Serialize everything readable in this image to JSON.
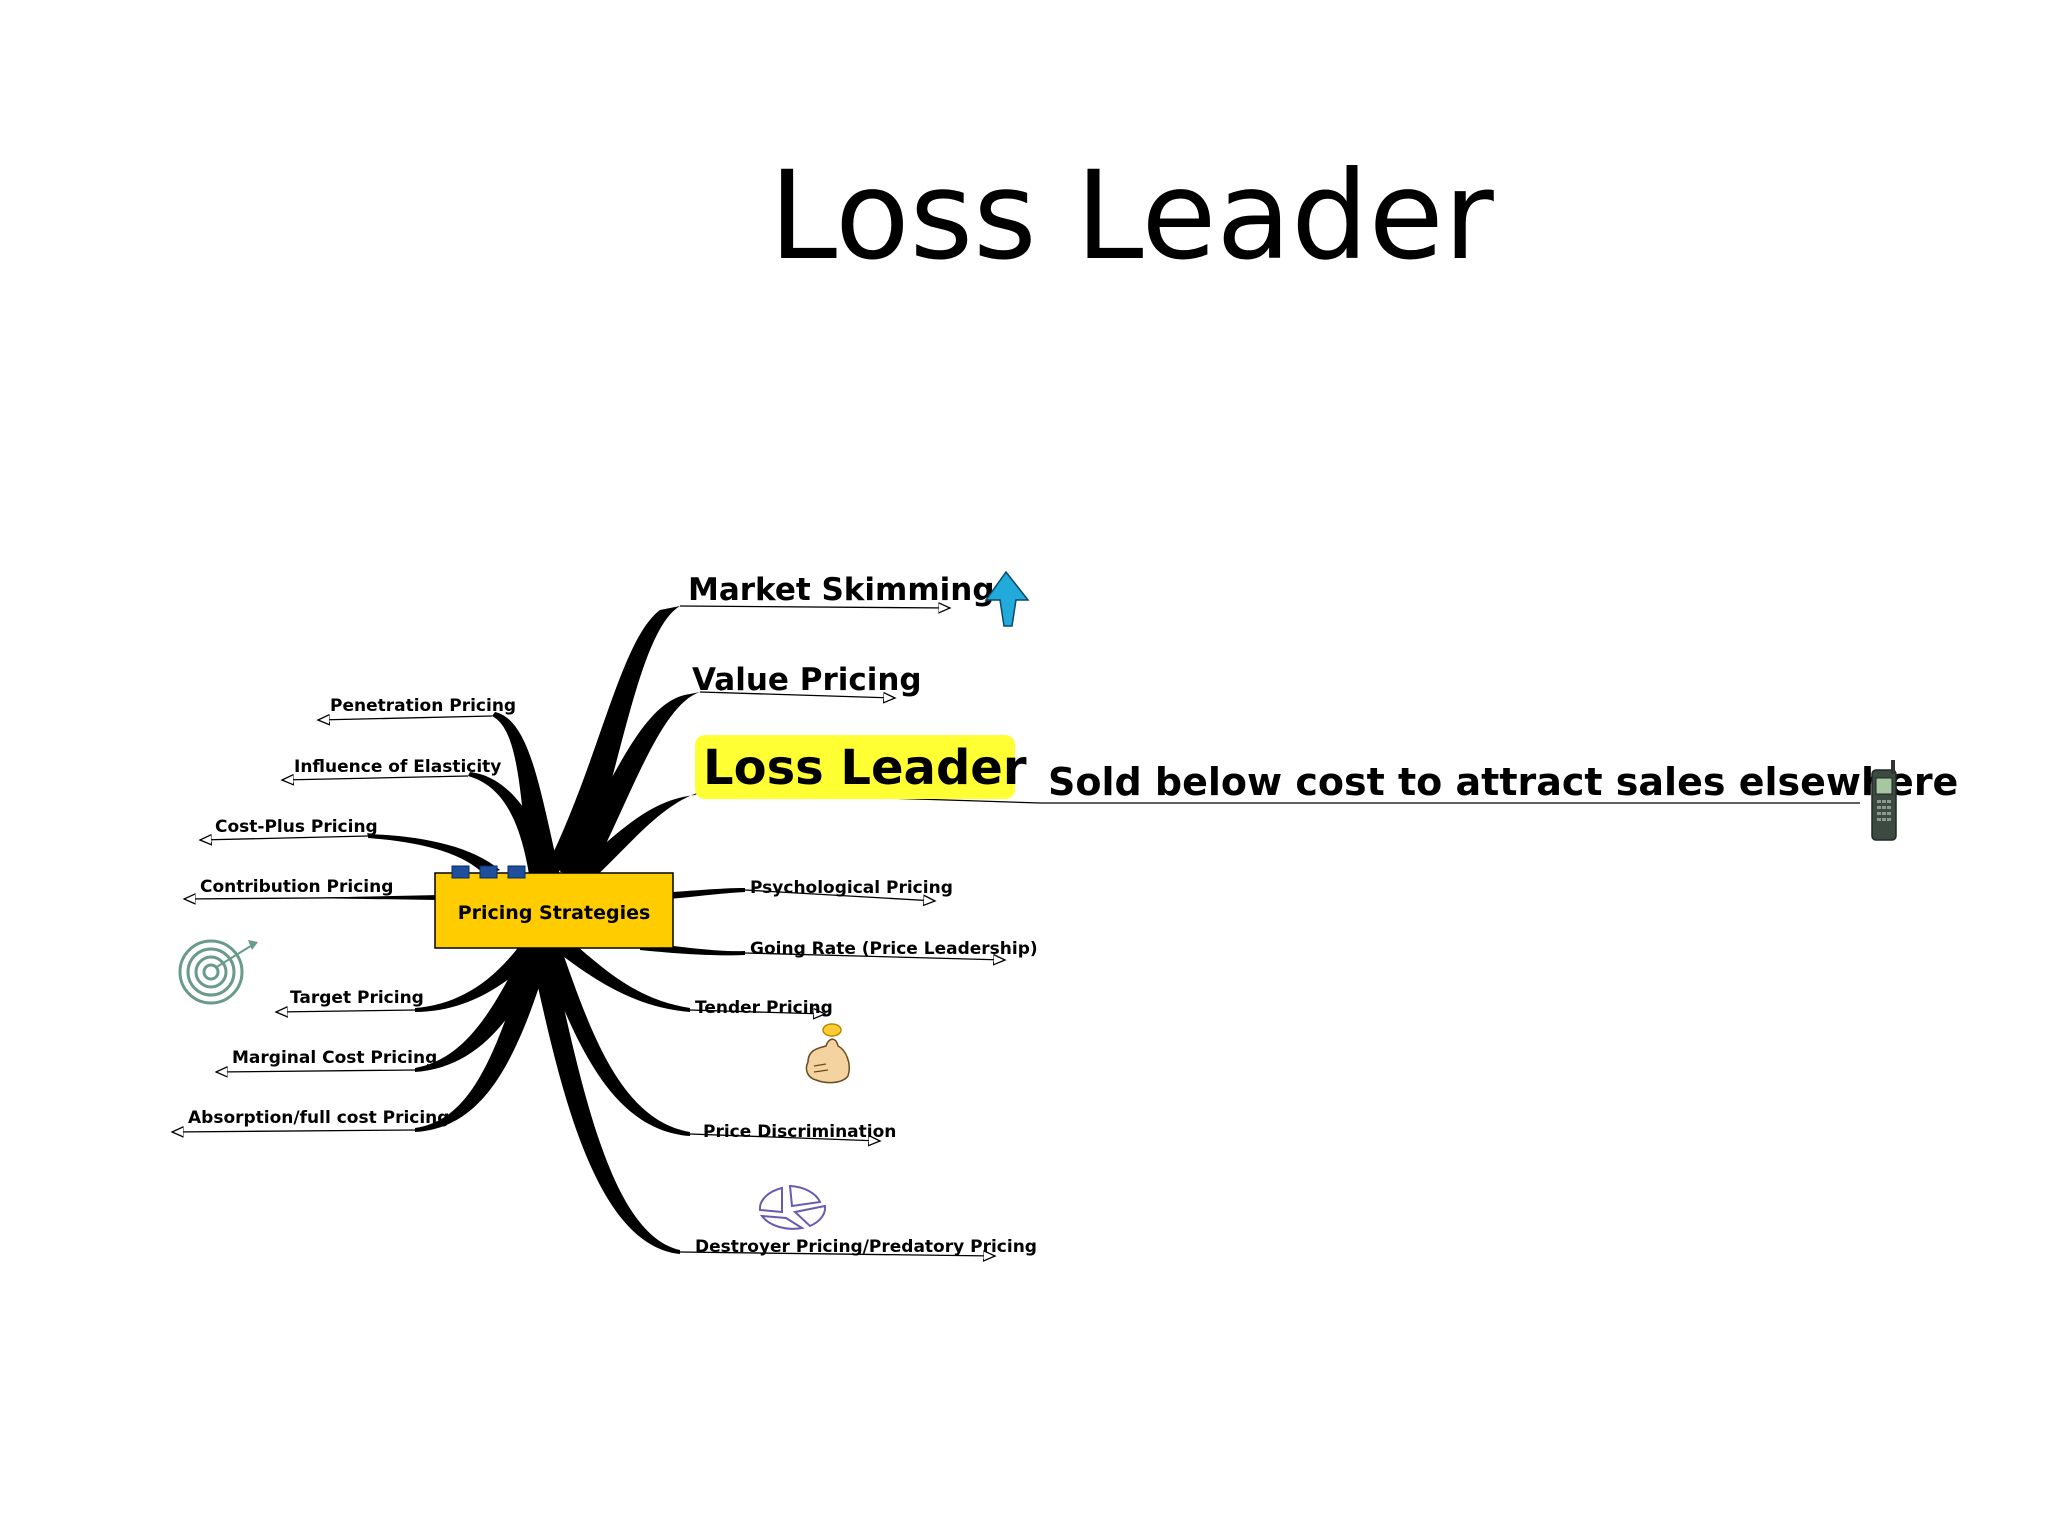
{
  "slide": {
    "title": "Loss Leader"
  },
  "mindmap": {
    "center": "Pricing Strategies",
    "right_branches": [
      "Market Skimming",
      "Value Pricing",
      "Loss Leader",
      "Psychological Pricing",
      "Going Rate (Price Leadership)",
      "Tender Pricing",
      "Price Discrimination",
      "Destroyer Pricing/Predatory Pricing"
    ],
    "left_branches": [
      "Penetration Pricing",
      "Influence of Elasticity",
      "Cost-Plus Pricing",
      "Contribution Pricing",
      "Target Pricing",
      "Marginal Cost Pricing",
      "Absorption/full cost Pricing"
    ],
    "highlight": {
      "label": "Loss Leader",
      "description": "Sold below cost to attract sales elsewhere"
    },
    "icons": {
      "market_skimming": "up-arrow-icon",
      "loss_leader": "mobile-phone-icon",
      "target_pricing": "target-icon",
      "tender_pricing": "thumbs-up-coin-icon",
      "destroyer_pricing": "pie-chart-icon"
    },
    "colors": {
      "center_fill": "#ffcc00",
      "highlight_fill": "#ffff33",
      "arrow_icon": "#22aadd",
      "connector_squares": "#1f4e9c"
    }
  }
}
